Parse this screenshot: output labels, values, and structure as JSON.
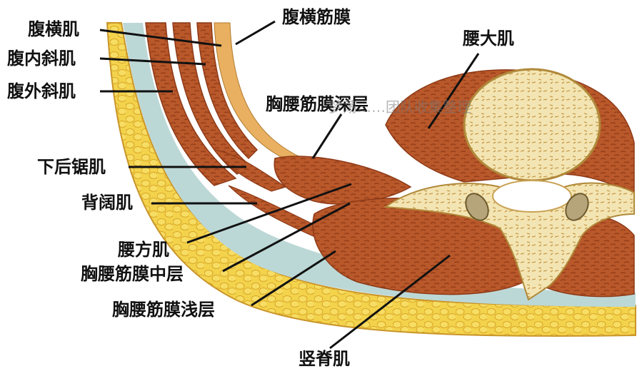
{
  "labels": {
    "transversus": "腹横肌",
    "internal_oblique": "腹内斜肌",
    "external_oblique": "腹外斜肌",
    "transversalis_fascia": "腹横筋膜",
    "psoas_major": "腰大肌",
    "tlf_deep": "胸腰筋膜深层",
    "serratus_posterior_inferior": "下后锯肌",
    "latissimus_dorsi": "背阔肌",
    "quadratus_lumborum": "腰方肌",
    "tlf_middle": "胸腰筋膜中层",
    "tlf_superficial": "胸腰筋膜浅层",
    "erector_spinae": "竖脊肌"
  },
  "watermark": "梦荡……团队收集整理",
  "colors": {
    "fat": "#f2cf4a",
    "fat_edge": "#d9a92a",
    "muscle": "#b8552a",
    "muscle_dark": "#8e3a18",
    "fascia": "#b9d6d6",
    "bone": "#f4e8b8",
    "bone_dark": "#8a6a2a"
  }
}
